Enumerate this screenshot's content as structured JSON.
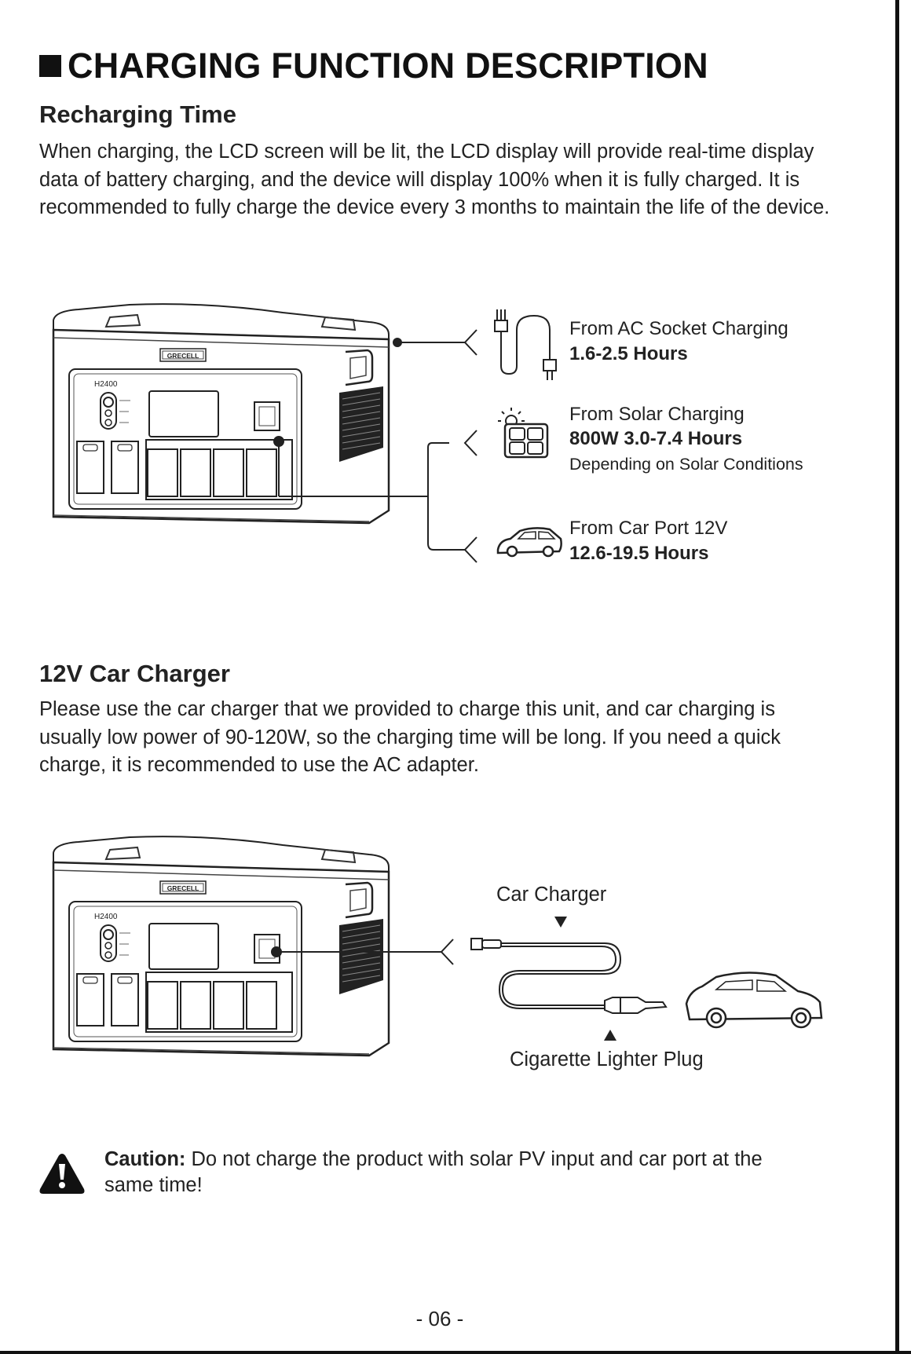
{
  "heading": "CHARGING FUNCTION DESCRIPTION",
  "recharging": {
    "title": "Recharging Time",
    "body": "When charging, the LCD screen will be lit, the LCD display will provide real-time display data of battery charging, and the device will display 100% when it is fully charged. It is recommended to fully charge the device every 3 months to maintain the life of the device.",
    "device_brand": "GRECELL",
    "device_model": "H2400",
    "options": [
      {
        "source": "From AC Socket Charging",
        "time": "1.6-2.5 Hours",
        "icon": "ac-plug-icon"
      },
      {
        "source": "From Solar Charging",
        "time": "800W 3.0-7.4 Hours",
        "note": "Depending on Solar Conditions",
        "icon": "solar-panel-icon"
      },
      {
        "source": "From Car Port 12V",
        "time": "12.6-19.5 Hours",
        "icon": "car-icon"
      }
    ]
  },
  "car_charger": {
    "title": "12V Car Charger",
    "body": "Please use the car charger that we provided to charge this unit, and car charging is usually low power of 90-120W, so the charging time will be long. If you need a quick charge, it is recommended to use the AC adapter.",
    "device_brand": "GRECELL",
    "device_model": "H2400",
    "label_charger": "Car Charger",
    "label_plug": "Cigarette Lighter Plug"
  },
  "caution": {
    "label": "Caution:",
    "text": " Do not charge the product with solar PV input and car port at the same time!",
    "icon": "warning-triangle-icon"
  },
  "page_number": "- 06 -"
}
